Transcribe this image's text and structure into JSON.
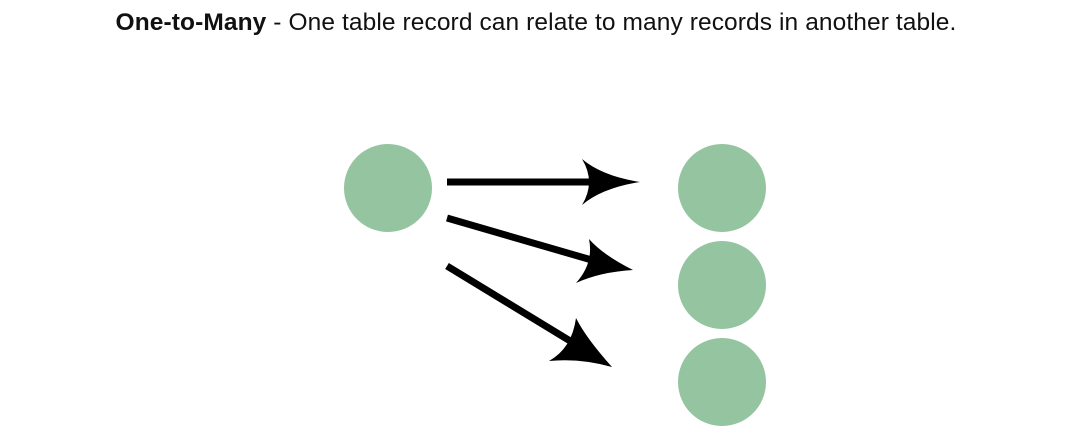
{
  "caption": {
    "term": "One-to-Many",
    "separator": " - ",
    "description": "One table record can relate to many records in another table."
  },
  "colors": {
    "node_fill": "#95c4a0",
    "arrow": "#000000",
    "background": "#ffffff"
  },
  "diagram": {
    "source_count": 1,
    "target_count": 3,
    "relationship": "one-to-many"
  }
}
